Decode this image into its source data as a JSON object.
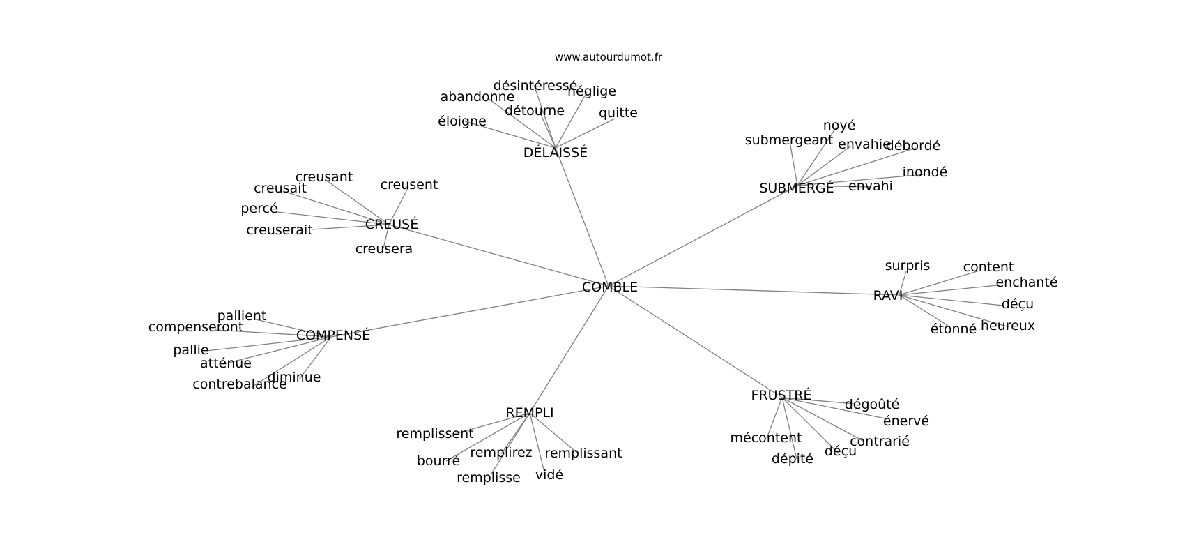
{
  "site_label": "www.autourdumot.fr",
  "center": {
    "word": "COMBLE"
  },
  "groups": [
    {
      "word": "DÉLAISSÉ",
      "leaves": [
        "désintéressé",
        "néglige",
        "abandonne",
        "détourne",
        "quitte",
        "éloigne"
      ]
    },
    {
      "word": "SUBMERGÉ",
      "leaves": [
        "noyé",
        "submergeant",
        "envahie",
        "débordé",
        "inondé",
        "envahi"
      ]
    },
    {
      "word": "CREUSÉ",
      "leaves": [
        "creusant",
        "creusent",
        "creusait",
        "percé",
        "creuserait",
        "creusera"
      ]
    },
    {
      "word": "RAVI",
      "leaves": [
        "surpris",
        "content",
        "enchanté",
        "déçu",
        "heureux",
        "étonné"
      ]
    },
    {
      "word": "COMPENSÉ",
      "leaves": [
        "pallient",
        "compenseront",
        "pallie",
        "atténue",
        "diminue",
        "contrebalance"
      ]
    },
    {
      "word": "FRUSTRÉ",
      "leaves": [
        "dégoûté",
        "énervé",
        "contrarié",
        "déçu",
        "dépité",
        "mécontent"
      ]
    },
    {
      "word": "REMPLI",
      "leaves": [
        "remplissent",
        "bourré",
        "remplirez",
        "remplissant",
        "remplisse",
        "vidé"
      ]
    }
  ]
}
